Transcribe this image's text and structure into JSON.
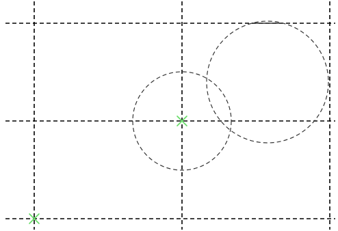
{
  "colors": {
    "background": "#ffffff",
    "guide_line": "#000000",
    "circle_outline": "#333333",
    "point_marker": "#66dd66"
  },
  "diagram": {
    "guide_style": "dashed",
    "circle_style": "dashed",
    "marker_shape": "x",
    "vertical_guide_count": 3,
    "horizontal_guide_count": 3,
    "circle_count": 2,
    "marker_count": 2
  }
}
